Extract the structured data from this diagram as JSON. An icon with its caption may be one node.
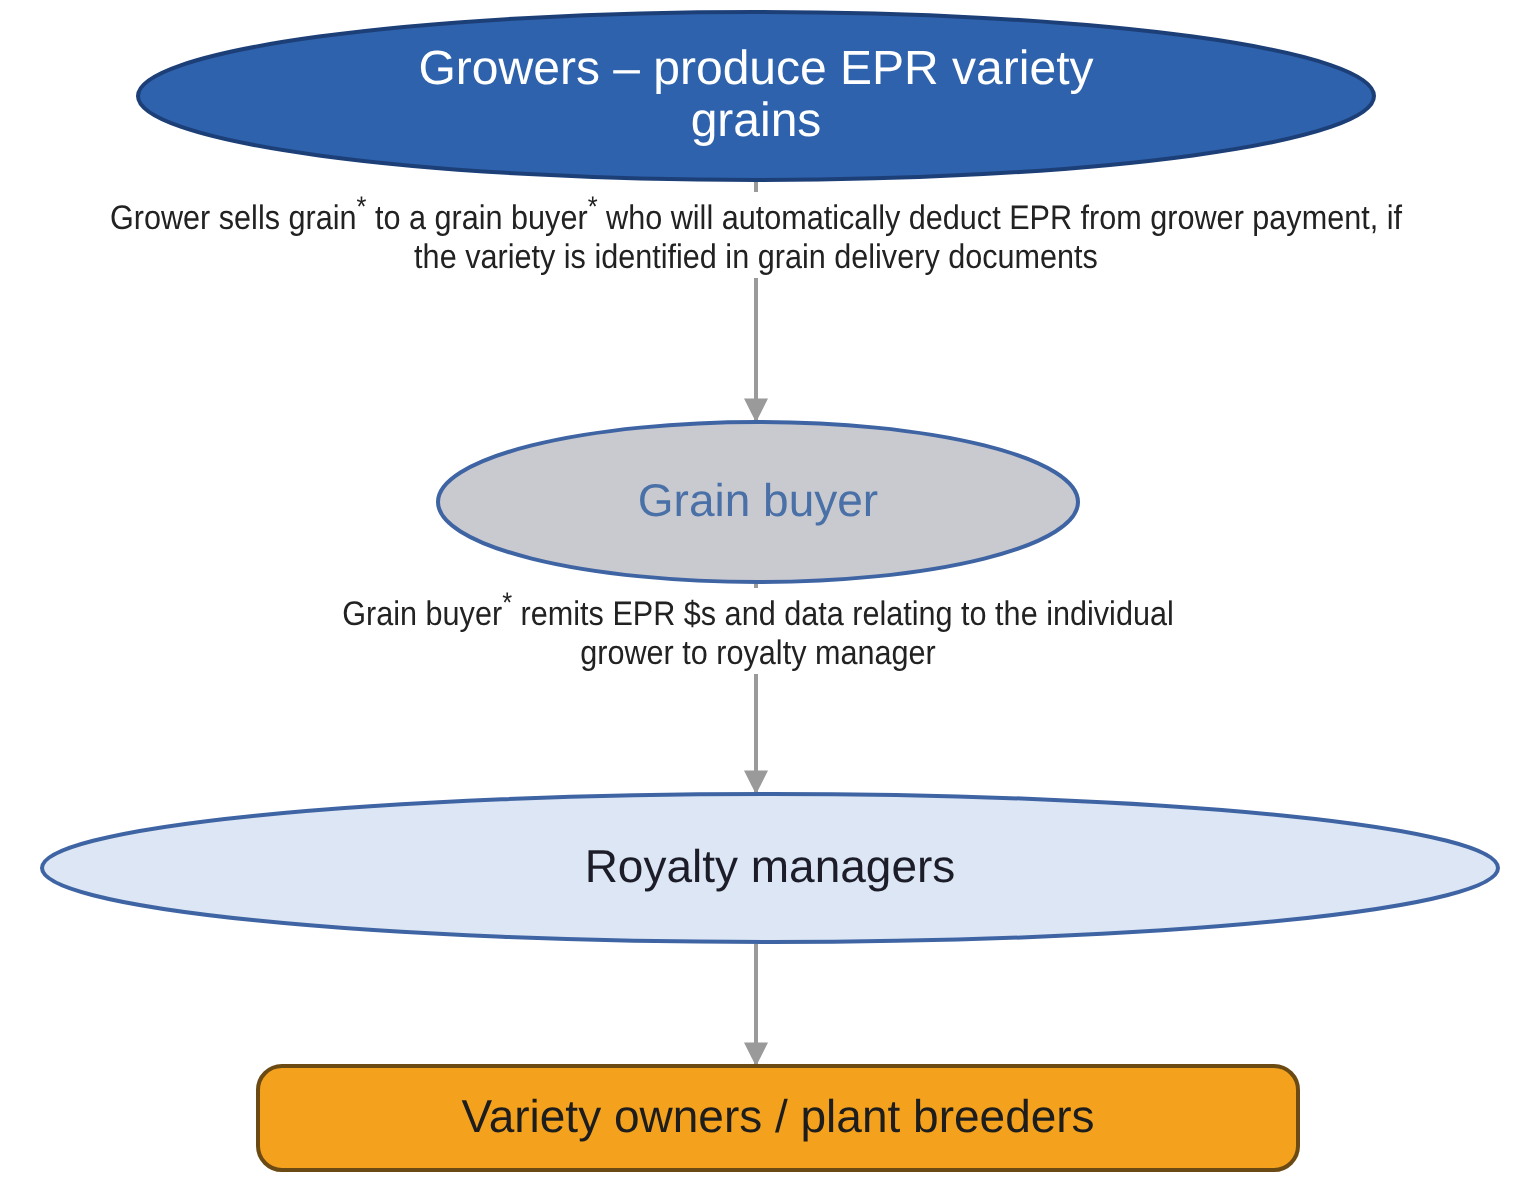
{
  "diagram": {
    "nodes": [
      {
        "text": [
          "Growers – produce EPR variety grains"
        ]
      },
      {
        "text": [
          "Grain buyer"
        ]
      },
      {
        "text": [
          "Royalty managers"
        ]
      },
      {
        "text": [
          "Variety owners / plant breeders"
        ]
      }
    ],
    "edges": [
      {
        "from": 0,
        "to": 1,
        "arrow": "to",
        "label": "Grower sells grain$^{*}$ to a grain buyer$^{*}$ who will automatically deduct EPR from grower payment, if the variety is identified in grain delivery documents"
      },
      {
        "from": 1,
        "to": 2,
        "arrow": "to",
        "label": "Grain buyer$^{*}$ remits EPR $s and data relating to the individual grower to royalty manager"
      },
      {
        "from": 2,
        "to": 3,
        "arrow": "to"
      }
    ]
  }
}
